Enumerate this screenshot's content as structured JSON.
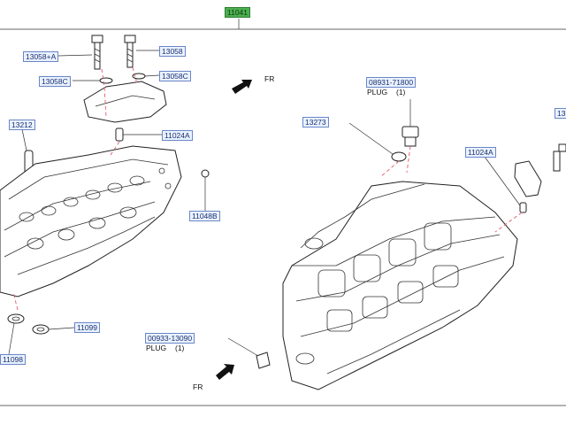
{
  "labels": {
    "assembly": "11041",
    "bolt_a": "13058+A",
    "bolt": "13058",
    "washer_left": "13058C",
    "washer_right": "13058C",
    "gasket_part": "13212",
    "dowel_upper": "11024A",
    "dowel_right": "11024A",
    "plug_ball": "11048B",
    "seal_small": "11099",
    "seal_large": "11098",
    "ring_part": "13273",
    "plug_upper": "08931-71800",
    "plug_lower": "00933-13090"
  },
  "plain_text": {
    "fr_upper": "FR",
    "fr_lower": "FR",
    "plug_upper_name": "PLUG",
    "plug_upper_qty": "(1)",
    "plug_lower_name": "PLUG",
    "plug_lower_qty": "(1)",
    "cut_right": "13"
  },
  "colors": {
    "assembly_badge": "#4caf50",
    "callout_border": "#6a86c8",
    "callout_fill": "#eaf2ff",
    "leader_dashed": "#e05a6a"
  }
}
